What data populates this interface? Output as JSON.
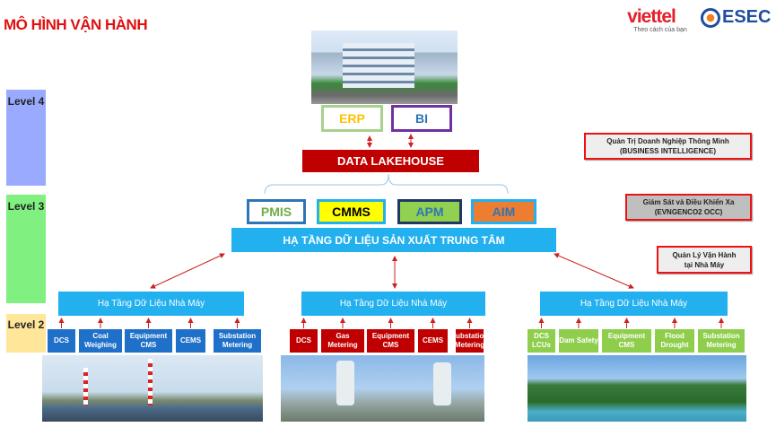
{
  "title": "MÔ HÌNH VẬN HÀNH",
  "logos": {
    "viettel": "viettel",
    "viettel_slogan": "Theo cách của bạn",
    "esec": "ESEC"
  },
  "levels": [
    {
      "label": "Level 4",
      "color": "#99aaff"
    },
    {
      "label": "Level 3",
      "color": "#80f080"
    },
    {
      "label": "Level 2",
      "color": "#ffe699"
    }
  ],
  "top_systems": [
    {
      "label": "ERP",
      "color": "#ffc000",
      "border": "#a9d18e"
    },
    {
      "label": "BI",
      "color": "#2e75b6",
      "border": "#7030a0"
    }
  ],
  "lakehouse": "DATA LAKEHOUSE",
  "level3_systems": [
    {
      "label": "PMIS",
      "bg": "#ffffff",
      "color": "#70ad47",
      "border": "#2e75b6"
    },
    {
      "label": "CMMS",
      "bg": "#ffff00",
      "color": "#000000",
      "border": "#22b0ef"
    },
    {
      "label": "APM",
      "bg": "#92d050",
      "color": "#2e75b6",
      "border": "#1f3864"
    },
    {
      "label": "AIM",
      "bg": "#ed7d31",
      "color": "#2e75b6",
      "border": "#22b0ef"
    }
  ],
  "central": "HẠ TẦNG DỮ LIỆU SẢN XUẤT TRUNG TÂM",
  "notes": [
    {
      "line1": "Quản Trị Doanh Nghiệp Thông Minh",
      "line2": "(BUSINESS INTELLIGENCE)",
      "bg": "#eeeeee"
    },
    {
      "line1": "Giám Sát và Điều Khiển Xa",
      "line2": "(EVNGENCO2 OCC)",
      "bg": "#bfbfbf"
    },
    {
      "line1": "Quản Lý Vận Hành",
      "line2": "tại Nhà Máy",
      "bg": "#eeeeee"
    }
  ],
  "plants": [
    {
      "label": "Hạ Tầng Dữ Liệu Nhà Máy",
      "color": "#1f70c8",
      "items": [
        "DCS",
        "Coal Weighing",
        "Equipment CMS",
        "CEMS",
        "Substation Metering"
      ]
    },
    {
      "label": "Hạ Tầng Dữ Liệu Nhà Máy",
      "color": "#c00000",
      "items": [
        "DCS",
        "Gas Metering",
        "Equipment CMS",
        "CEMS",
        "Substation Metering"
      ]
    },
    {
      "label": "Hạ Tầng Dữ Liệu Nhà Máy",
      "color": "#8fce4c",
      "items": [
        "DCS LCUs",
        "Dam Safety",
        "Equipment CMS",
        "Flood Drought",
        "Substation Metering"
      ]
    }
  ],
  "colors": {
    "accent_red": "#e01010",
    "lakehouse": "#c00000",
    "arrow": "#cc2222",
    "central": "#22b0ef"
  }
}
